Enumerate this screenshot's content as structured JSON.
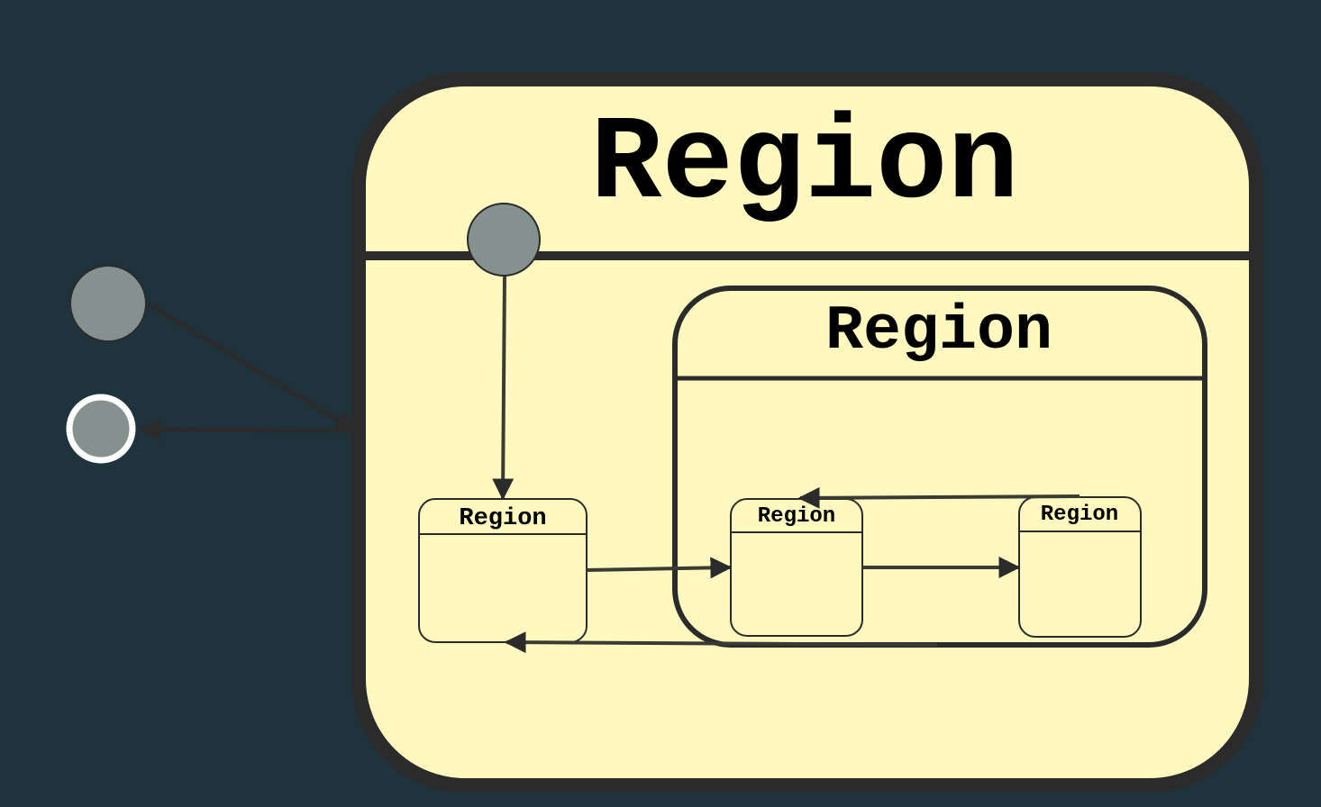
{
  "colors": {
    "background": "#1e333c",
    "state_fill": "#fff9bf",
    "state_stroke": "#2b2b2b",
    "pseudostate_fill": "#84918f",
    "final_ring": "#ffffff"
  },
  "states": {
    "outer": {
      "title": "Region"
    },
    "inner_composite": {
      "title": "Region"
    },
    "state_a": {
      "title": "Region"
    },
    "state_b": {
      "title": "Region"
    },
    "state_c": {
      "title": "Region"
    }
  },
  "pseudostates": {
    "outer_initial": {
      "kind": "initial"
    },
    "outer_final": {
      "kind": "final"
    },
    "inner_initial": {
      "kind": "initial"
    }
  }
}
